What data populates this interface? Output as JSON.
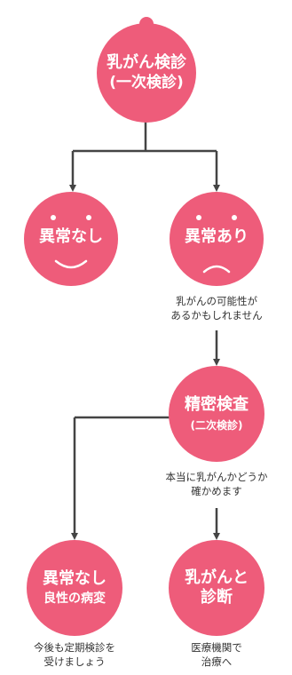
{
  "colors": {
    "node": "#ee5c7a",
    "line": "#444444",
    "text": "#333333",
    "node_text": "#ffffff"
  },
  "nodes": {
    "primary_screening": {
      "title": "乳がん検診",
      "subtitle": "(一次検診)"
    },
    "no_abnormality": {
      "title": "異常なし",
      "face": "smile"
    },
    "abnormality": {
      "title": "異常あり",
      "face": "frown"
    },
    "detailed_exam": {
      "title": "精密検査",
      "subtitle": "(二次検診)"
    },
    "benign": {
      "title": "異常なし",
      "subtitle": "良性の病変"
    },
    "diagnosis": {
      "title": "乳がんと",
      "subtitle": "診断"
    }
  },
  "notes": {
    "possibility": [
      "乳がんの可能性が",
      "あるかもしれません"
    ],
    "confirm": [
      "本当に乳がんかどうか",
      "確かめます"
    ],
    "regular_checkup": [
      "今後も定期検診を",
      "受けましょう"
    ],
    "treatment": [
      "医療機関で",
      "治療へ"
    ]
  }
}
